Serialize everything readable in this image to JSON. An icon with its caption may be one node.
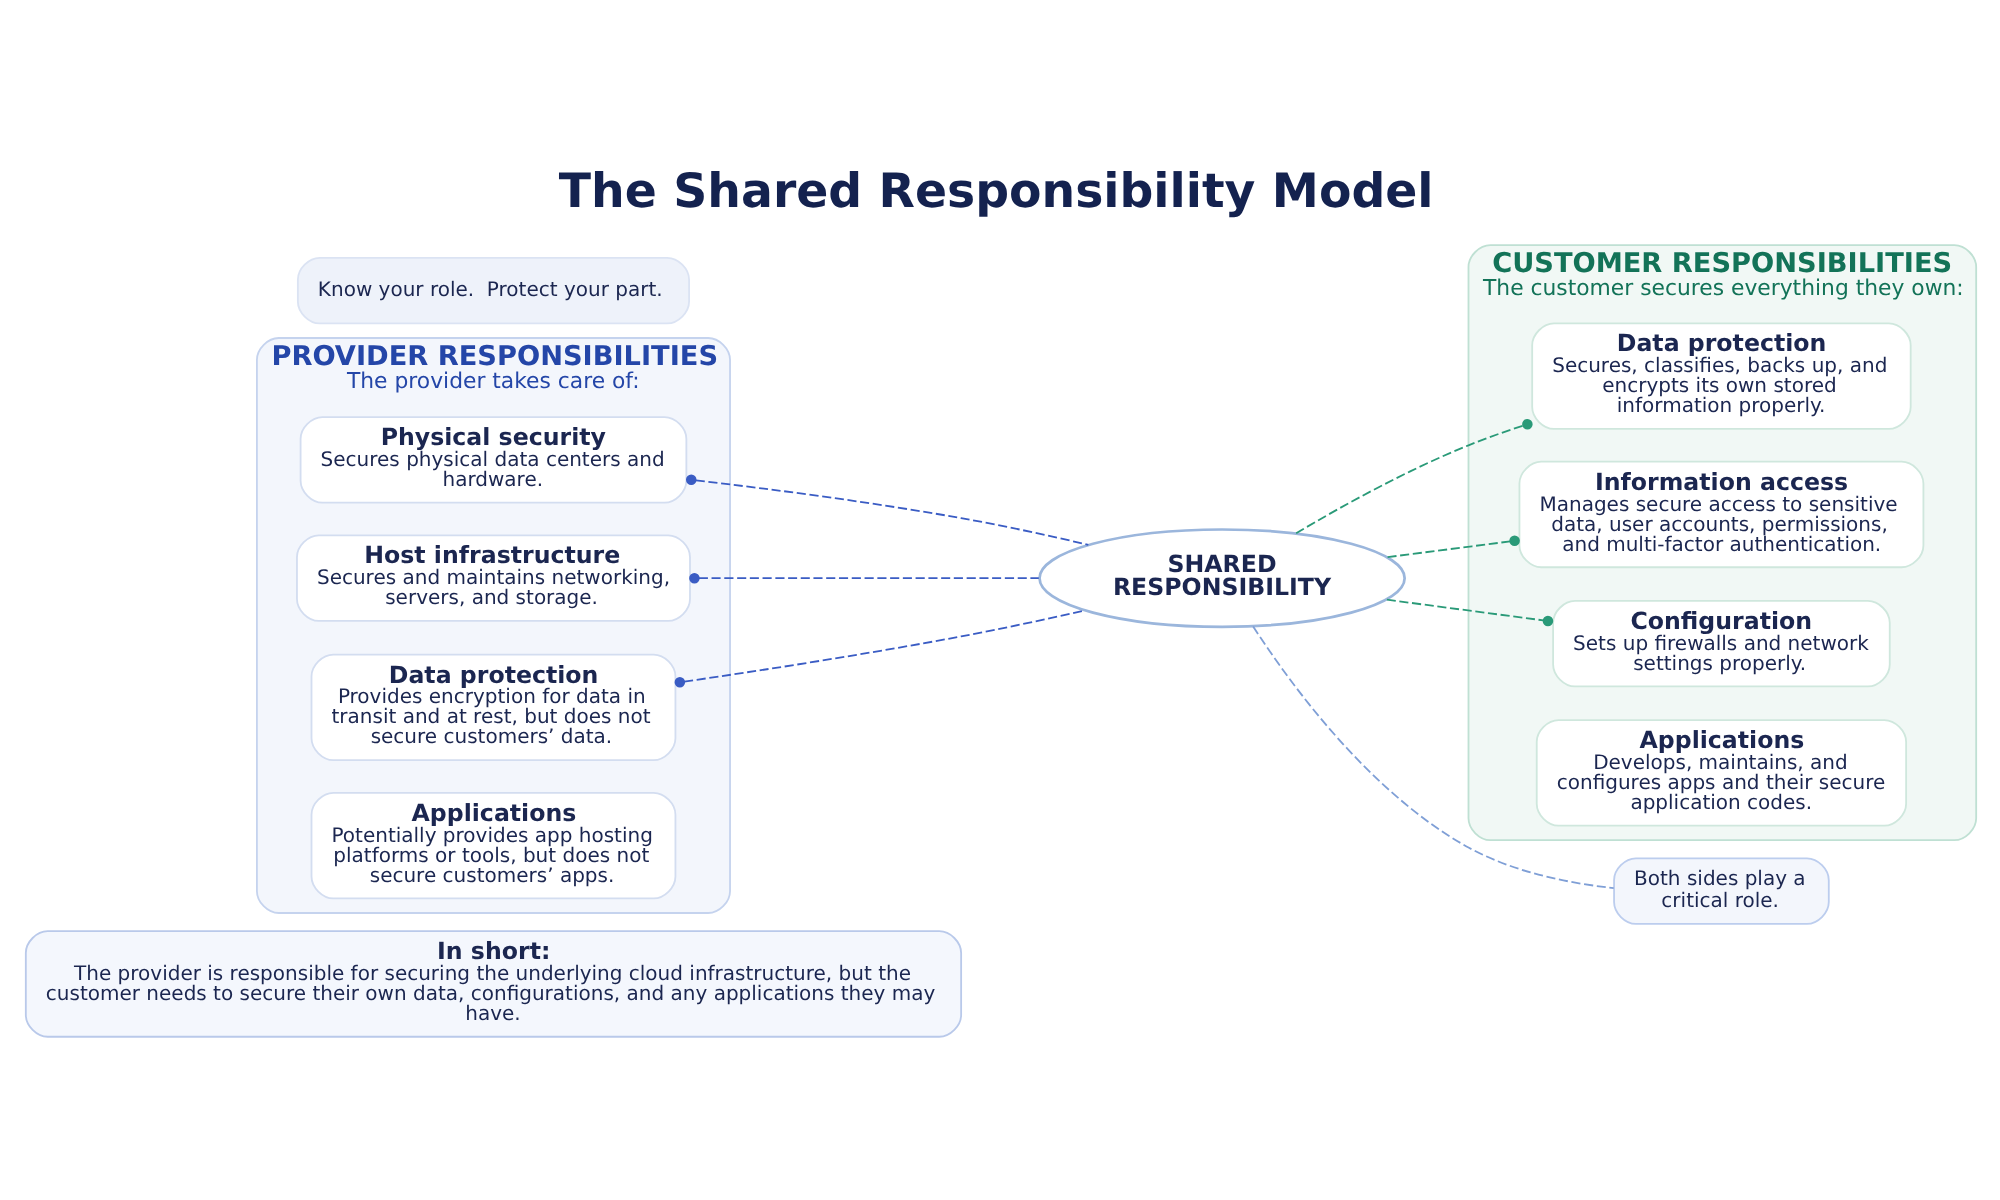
{
  "diagram": {
    "title": "The Shared Responsibility Model",
    "nodes": [
      {
        "text": [
          "In short:",
          "The provider is responsible for securing the underlying cloud infrastructure, but the customer needs to secure their own data, configurations, and any applications they may have."
        ]
      },
      {
        "text": [
          "PROVIDER RESPONSIBILITIES",
          "The provider takes care of:"
        ]
      },
      {
        "text": [
          "Physical security",
          "Secures physical data centers and hardware."
        ],
        "in": 1
      },
      {
        "text": [
          "Host infrastructure",
          "Secures and maintains networking, servers, and storage."
        ],
        "in": 1
      },
      {
        "text": [
          "Data protection",
          "Provides encryption for data in transit and at rest, but does not secure customers’ data."
        ],
        "in": 1
      },
      {
        "text": [
          "Applications",
          "Potentially provides app hosting platforms or tools, but does not secure customers’ apps."
        ],
        "in": 1
      },
      {
        "text": [
          "CUSTOMER RESPONSIBILITIES",
          "The customer secures everything they own:"
        ]
      },
      {
        "text": [
          "Data protection",
          "Secures, classifies, backs up, and encrypts its own stored information properly."
        ],
        "in": 6
      },
      {
        "text": [
          "Information access",
          "Manages secure access to sensitive data, user accounts, permissions, and multi-factor authentication."
        ],
        "in": 6
      },
      {
        "text": [
          "Configuration",
          "Sets up firewalls and network settings properly."
        ],
        "in": 6
      },
      {
        "text": [
          "Applications",
          "Develops, maintains, and configures apps and their secure application codes."
        ],
        "in": 6
      },
      {
        "text": [
          "SHARED RESPONSIBILITY"
        ]
      },
      {
        "text": [
          "Both sides play a critical role."
        ]
      },
      {
        "text": [
          "Know your role.  Protect your part."
        ]
      }
    ],
    "edges": [
      {
        "from": 2,
        "to": 11,
        "arrow": "other",
        "style": "dashed",
        "color": "#3a5cc4"
      },
      {
        "from": 3,
        "to": 11,
        "arrow": "other",
        "style": "dashed",
        "color": "#3a5cc4"
      },
      {
        "from": 4,
        "to": 11,
        "arrow": "other",
        "style": "dashed",
        "color": "#3a5cc4"
      },
      {
        "from": 11,
        "to": 7,
        "arrow": "other",
        "style": "dashed",
        "color": "#2a9a78"
      },
      {
        "from": 11,
        "to": 8,
        "arrow": "other",
        "style": "dashed",
        "color": "#2a9a78"
      },
      {
        "from": 11,
        "to": 9,
        "arrow": "other",
        "style": "dashed",
        "color": "#2a9a78"
      },
      {
        "from": 11,
        "to": 12,
        "arrow": "none",
        "style": "dashed",
        "color": "#7f9fd6"
      }
    ]
  }
}
